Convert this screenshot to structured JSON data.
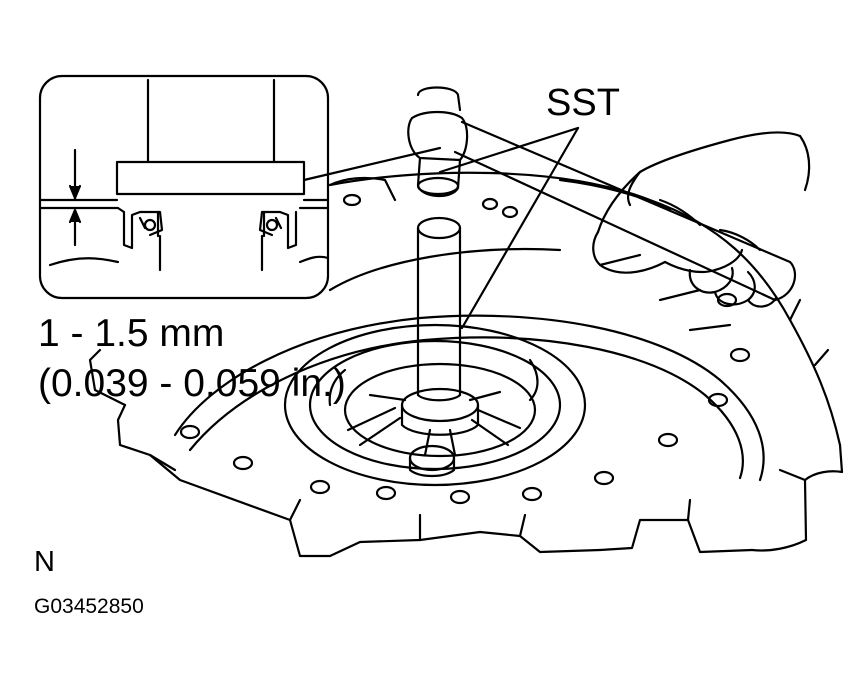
{
  "labels": {
    "tool": "SST",
    "depth_metric": "1 - 1.5 mm",
    "depth_imperial": "(0.039 - 0.059 in.)",
    "view_letter": "N",
    "figure_code": "G03452850"
  },
  "colors": {
    "line": "#000000",
    "background": "#ffffff"
  }
}
